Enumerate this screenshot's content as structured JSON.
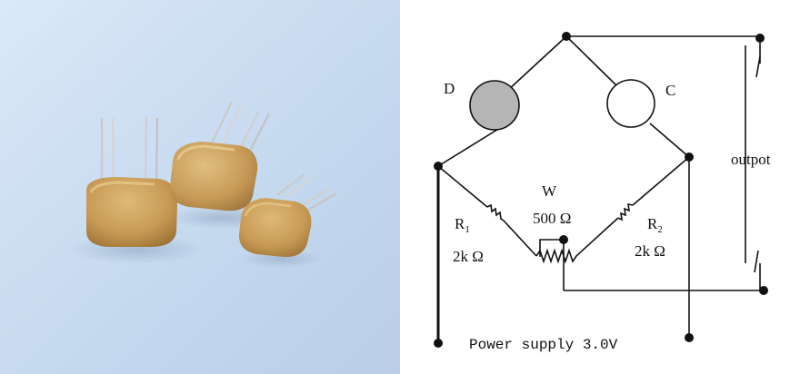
{
  "photo": {
    "subject": "three gas sensor elements with pins"
  },
  "diagram": {
    "label_d": "D",
    "label_c": "C",
    "label_w": "W",
    "w_value": "500 Ω",
    "label_r1": "R",
    "r1_sub": "1",
    "r1_value": "2k Ω",
    "label_r2": "R",
    "r2_sub": "2",
    "r2_value": "2k Ω",
    "output_label": "outpot",
    "power_supply": "Power supply 3.0V"
  },
  "colors": {
    "d_element_fill": "#b5b5b5",
    "c_element_fill": "#ffffff",
    "line": "#111111",
    "photo_bg": "#cfe0f2",
    "ceramic": "#c9a05d"
  }
}
